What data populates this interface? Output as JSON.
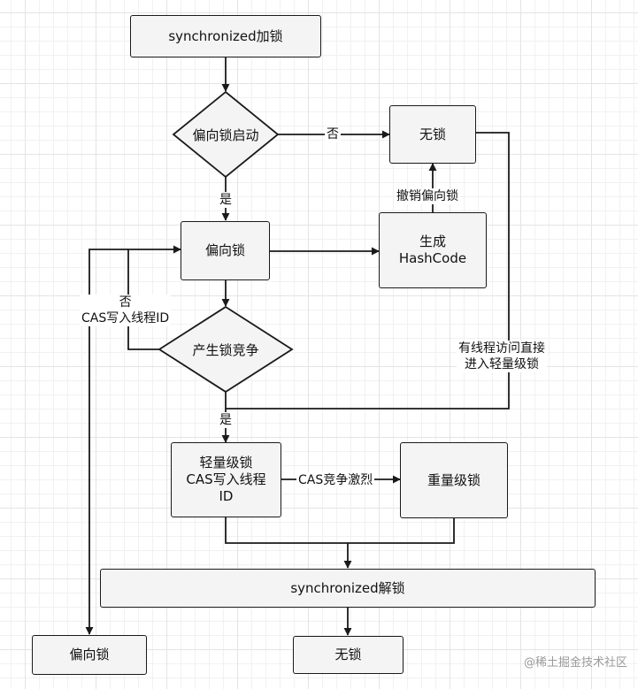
{
  "nodes": {
    "start": "synchronized加锁",
    "bias_enabled": "偏向锁启动",
    "no_lock_top": "无锁",
    "biased_lock": "偏向锁",
    "gen_hashcode": "生成\nHashCode",
    "contention": "产生锁竞争",
    "lightweight": "轻量级锁\nCAS写入线程\nID",
    "heavyweight": "重量级锁",
    "unlock": "synchronized解锁",
    "biased_lock_bottom": "偏向锁",
    "no_lock_bottom": "无锁"
  },
  "edge_labels": {
    "no": "否",
    "yes_top": "是",
    "revoke_bias": "撤销偏向锁",
    "cas_write_fail": "否\nCAS写入线程ID",
    "thread_access": "有线程访问直接\n进入轻量级锁",
    "yes_bottom": "是",
    "cas_fierce": "CAS竞争激烈"
  },
  "watermark": "@稀土掘金技术社区"
}
